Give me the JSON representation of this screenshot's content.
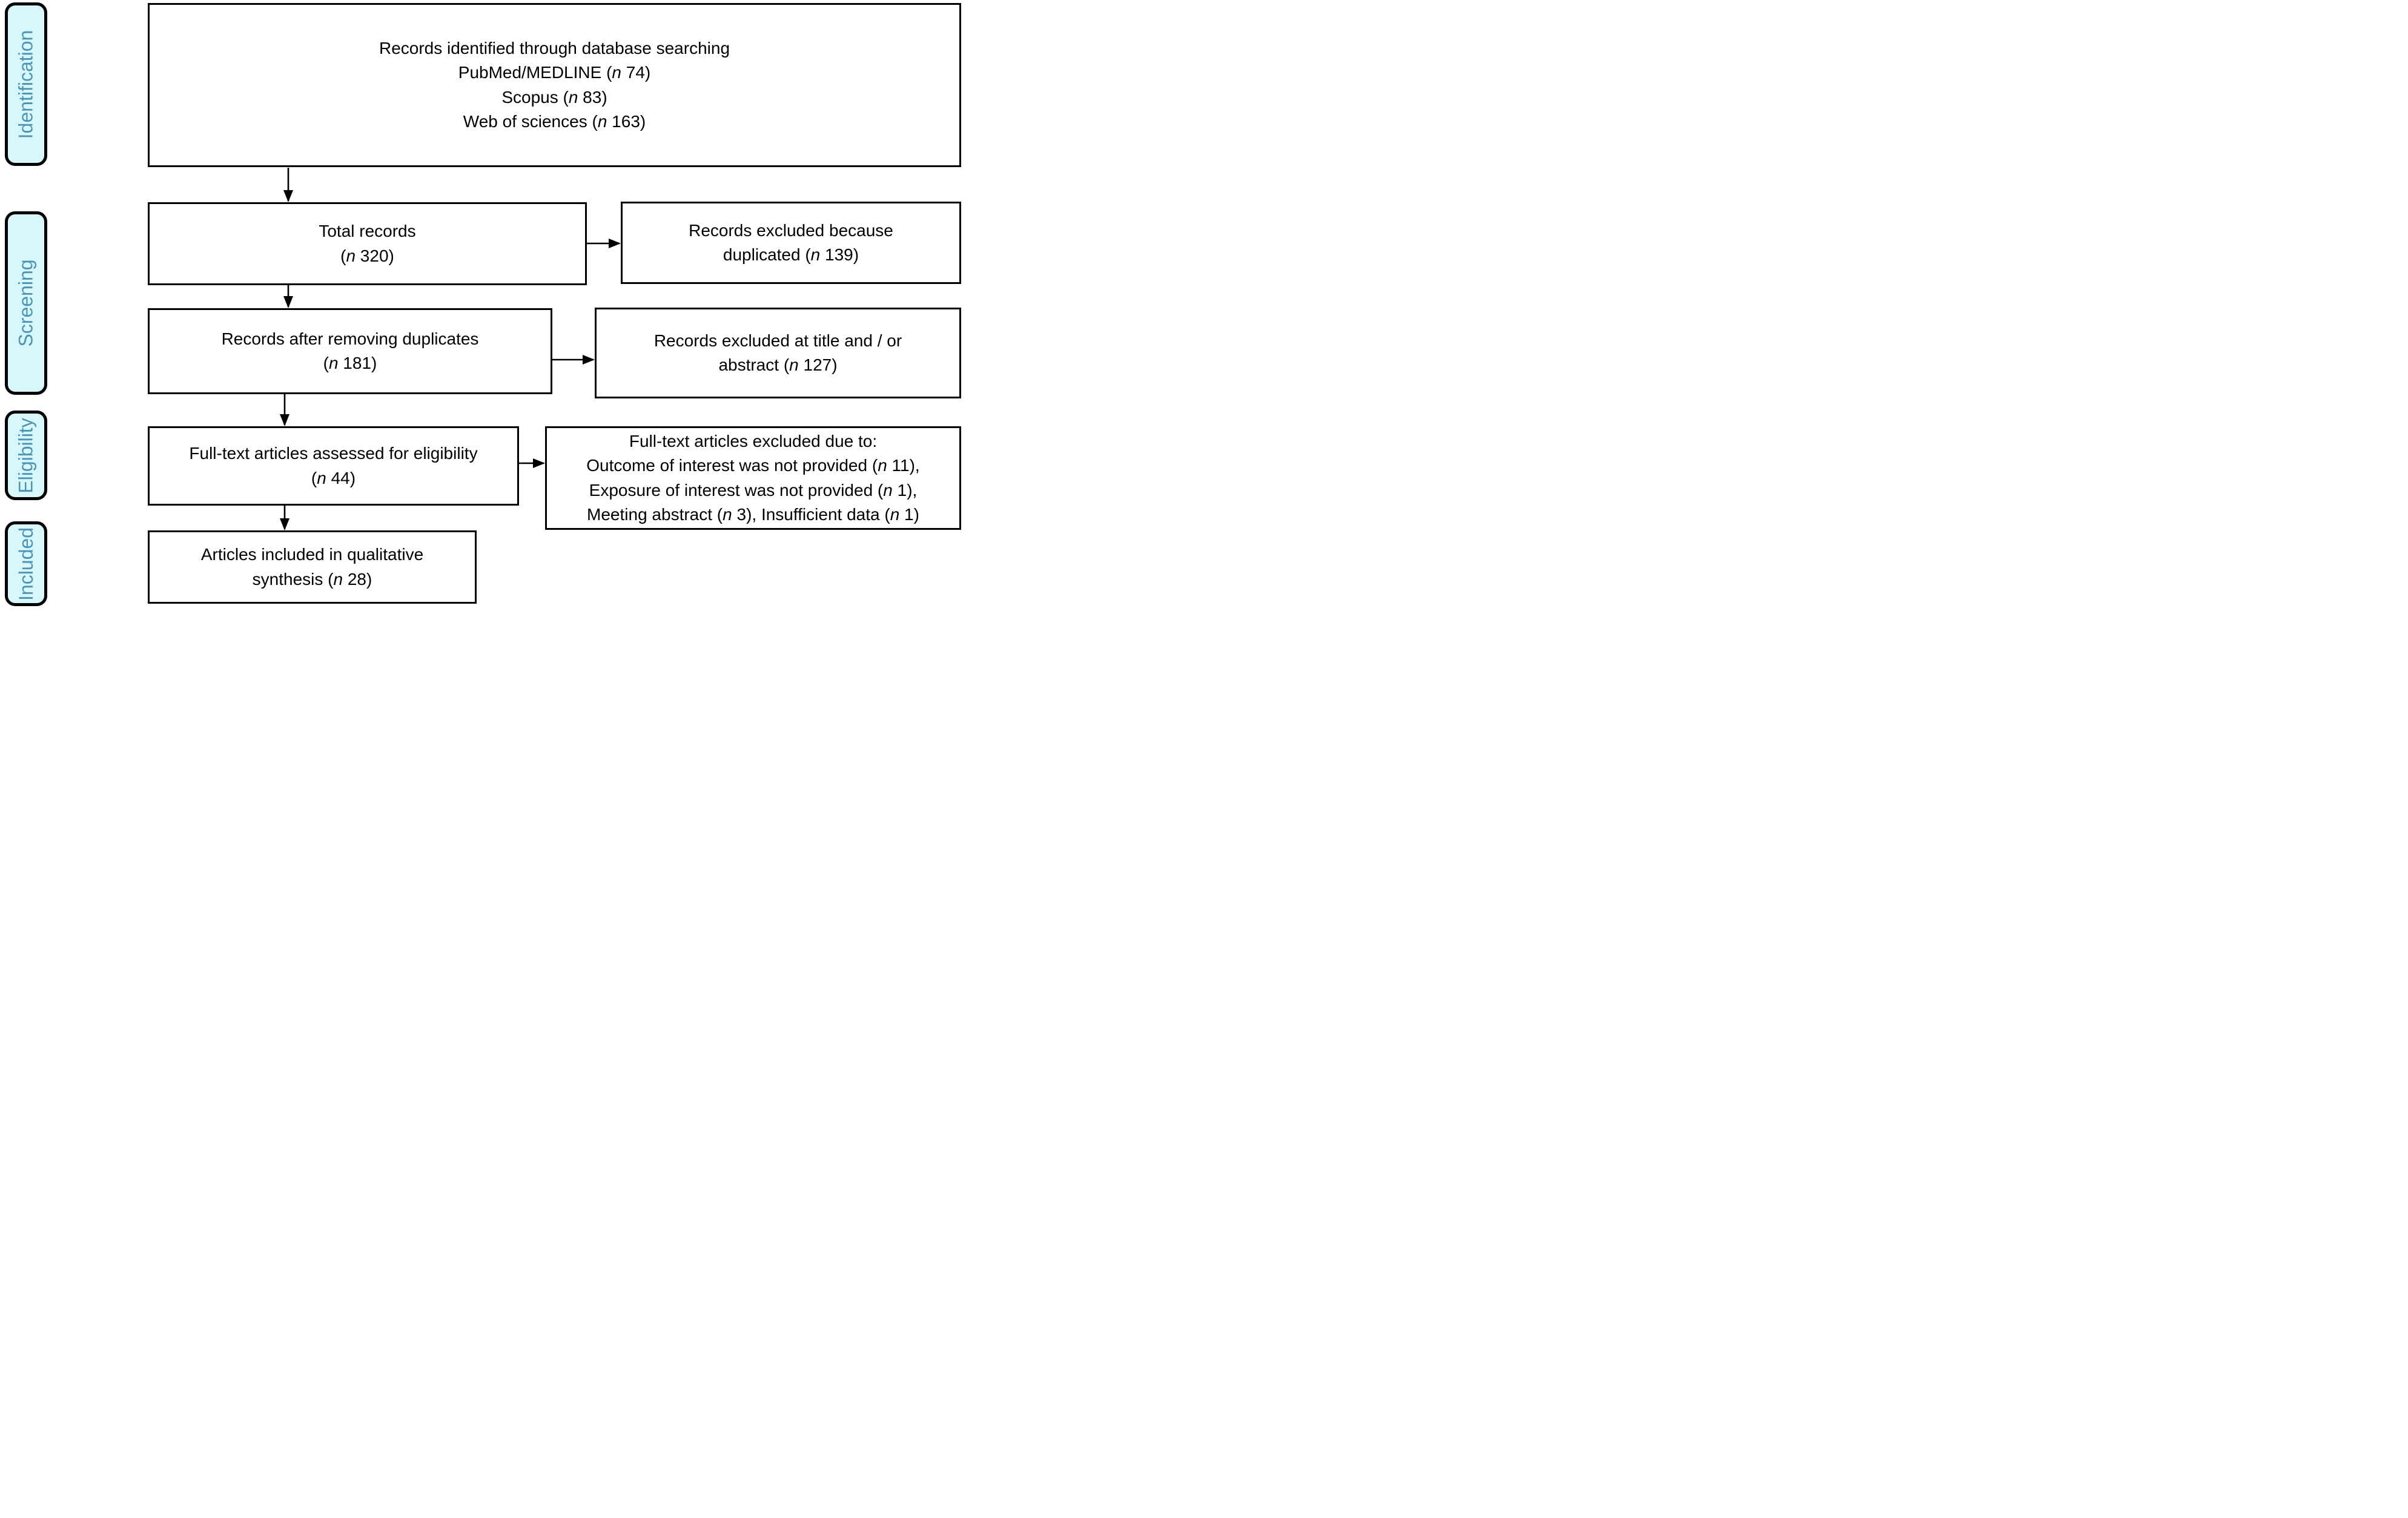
{
  "figure": {
    "kind": "PRISMA flow diagram",
    "stages": [
      {
        "label": "Identification"
      },
      {
        "label": "Screening"
      },
      {
        "label": "Eligibility"
      },
      {
        "label": "Included"
      }
    ],
    "boxes": {
      "records_identified": {
        "lines": [
          "Records identified through database searching",
          "PubMed/MEDLINE (n 74)",
          "Scopus (n 83)",
          "Web of sciences (n 163)"
        ]
      },
      "total_records": {
        "lines": [
          "Total records",
          "(n 320)"
        ]
      },
      "excluded_duplicated": {
        "lines": [
          "Records excluded because",
          "duplicated (n 139)"
        ]
      },
      "after_duplicates": {
        "lines": [
          "Records after removing duplicates",
          "(n 181)"
        ]
      },
      "excluded_title_abstract": {
        "lines": [
          "Records excluded at title and / or",
          "abstract (n 127)"
        ]
      },
      "fulltext_assessed": {
        "lines": [
          "Full-text articles assessed for eligibility",
          "(n 44)"
        ]
      },
      "fulltext_excluded": {
        "lines": [
          "Full-text articles excluded due to:",
          "Outcome of interest was not provided (n 11),",
          "Exposure of interest was not provided (n 1),",
          "Meeting abstract (n 3), Insufficient data (n 1)"
        ]
      },
      "included_qualitative": {
        "lines": [
          "Articles included in qualitative",
          "synthesis (n 28)"
        ]
      }
    },
    "counts": {
      "pubmed_medline": 74,
      "scopus": 83,
      "web_of_sciences": 163,
      "total_records": 320,
      "excluded_duplicated": 139,
      "after_duplicates": 181,
      "excluded_title_abstract": 127,
      "fulltext_assessed": 44,
      "outcome_not_provided": 11,
      "exposure_not_provided": 1,
      "meeting_abstract": 3,
      "insufficient_data": 1,
      "included_qualitative_synthesis": 28
    },
    "colors": {
      "stage_fill": "#d7f7fb",
      "stage_text": "#4d93b4",
      "box_border": "#000000",
      "arrow": "#000000",
      "background": "#ffffff"
    }
  }
}
